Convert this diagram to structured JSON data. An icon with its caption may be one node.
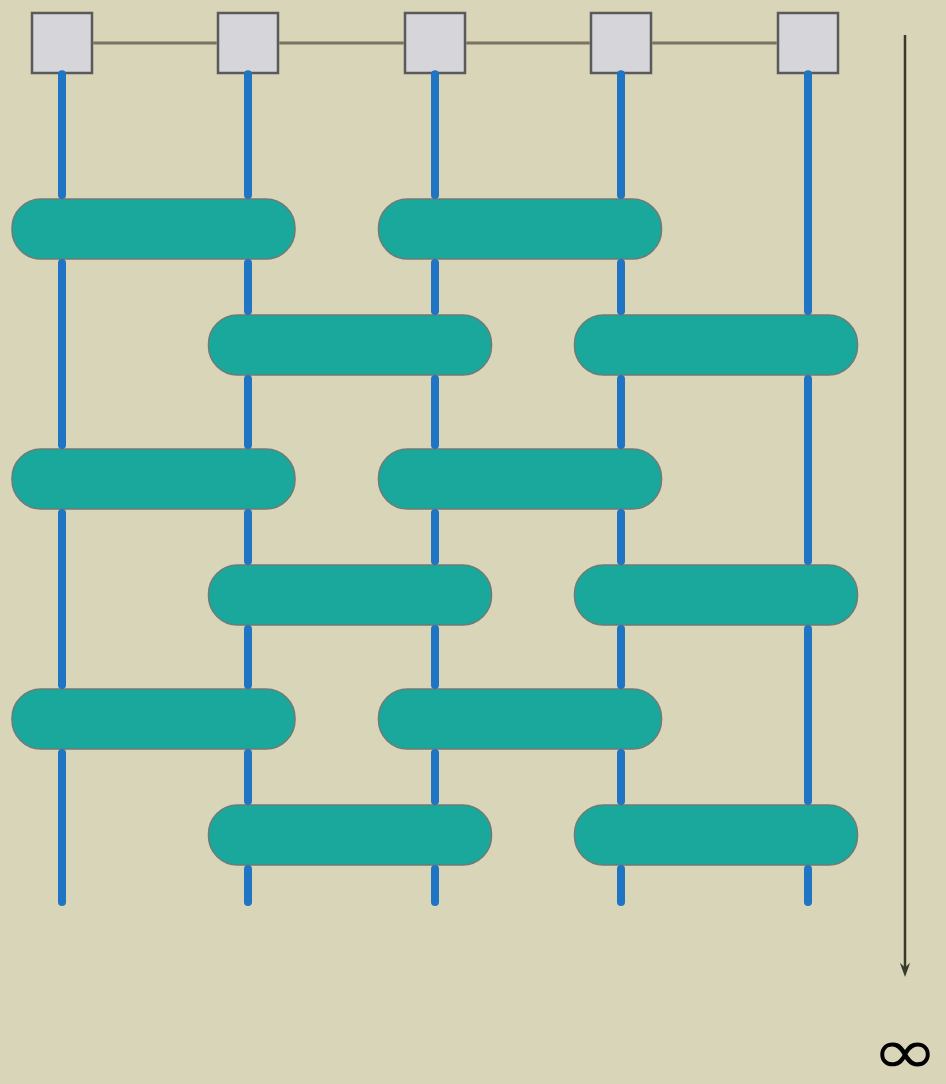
{
  "diagram": {
    "nodes": [
      {
        "text": [],
        "shape": "box"
      },
      {
        "text": [],
        "shape": "box"
      },
      {
        "text": [],
        "shape": "box"
      },
      {
        "text": [],
        "shape": "box"
      },
      {
        "text": [],
        "shape": "box"
      },
      {
        "text": [],
        "shape": "bar"
      },
      {
        "text": [],
        "shape": "bar"
      },
      {
        "text": [],
        "shape": "bar"
      },
      {
        "text": [],
        "shape": "bar"
      },
      {
        "text": [],
        "shape": "bar"
      },
      {
        "text": [],
        "shape": "bar"
      },
      {
        "text": [],
        "shape": "bar"
      },
      {
        "text": [],
        "shape": "bar"
      },
      {
        "text": [],
        "shape": "bar"
      },
      {
        "text": [],
        "shape": "bar"
      },
      {
        "text": [],
        "shape": "bar"
      },
      {
        "text": [],
        "shape": "bar"
      }
    ],
    "edges": [
      {
        "from": 0,
        "to": 1,
        "arrow": "none",
        "color": "#7a7264"
      },
      {
        "from": 1,
        "to": 2,
        "arrow": "none",
        "color": "#7a7264"
      },
      {
        "from": 2,
        "to": 3,
        "arrow": "none",
        "color": "#7a7264"
      },
      {
        "from": 3,
        "to": 4,
        "arrow": "none",
        "color": "#7a7264"
      },
      {
        "from": 0,
        "to": null,
        "arrow": "none",
        "color": "#1f74c4"
      },
      {
        "from": 1,
        "to": null,
        "arrow": "none",
        "color": "#1f74c4"
      },
      {
        "from": 2,
        "to": null,
        "arrow": "none",
        "color": "#1f74c4"
      },
      {
        "from": 3,
        "to": null,
        "arrow": "none",
        "color": "#1f74c4"
      },
      {
        "from": 4,
        "to": null,
        "arrow": "none",
        "color": "#1f74c4"
      }
    ],
    "labels": [
      "∞"
    ]
  }
}
